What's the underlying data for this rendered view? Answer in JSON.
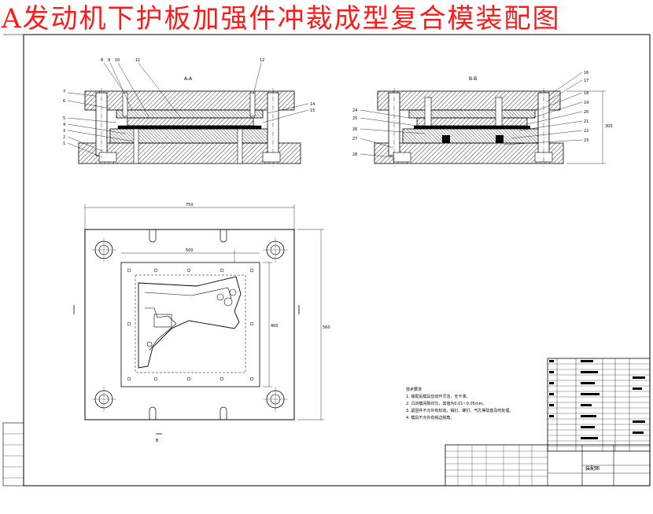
{
  "title": "A发动机下护板加强件冲裁成型复合模装配图",
  "colors": {
    "title": "#ff1a1a",
    "line": "#000000",
    "hatch": "#000000",
    "background": "#ffffff"
  },
  "views": {
    "front_section_label": "A-A",
    "side_section_label": "B-B",
    "plan_label": "B"
  },
  "dimensions": {
    "plan_width": "750",
    "plan_height": "560",
    "inner_width": "500",
    "inner_height": "400",
    "side_height": "300"
  },
  "part_numbers_left": [
    "7",
    "6",
    "5",
    "4",
    "3",
    "2",
    "1"
  ],
  "part_numbers_top_left": [
    "8",
    "9",
    "10",
    "11",
    "12"
  ],
  "part_numbers_right_front": [
    "14",
    "15"
  ],
  "part_numbers_right_side": [
    "16",
    "17",
    "18",
    "19",
    "20",
    "21",
    "22",
    "23"
  ],
  "part_numbers_left_side": [
    "24",
    "25",
    "26",
    "27",
    "28"
  ],
  "notes": {
    "heading": "技术要求",
    "items": [
      "1. 装配后模具应动作灵活，无卡滞。",
      "2. 凸凹模间隙均匀，其值为0.01~0.05mm。",
      "3. 紧固件不允许有松动，销钉、螺钉、气孔等隐患及时处理。",
      "4. 模具不允许有锐边锐角。"
    ]
  },
  "title_block_label": "装配图"
}
